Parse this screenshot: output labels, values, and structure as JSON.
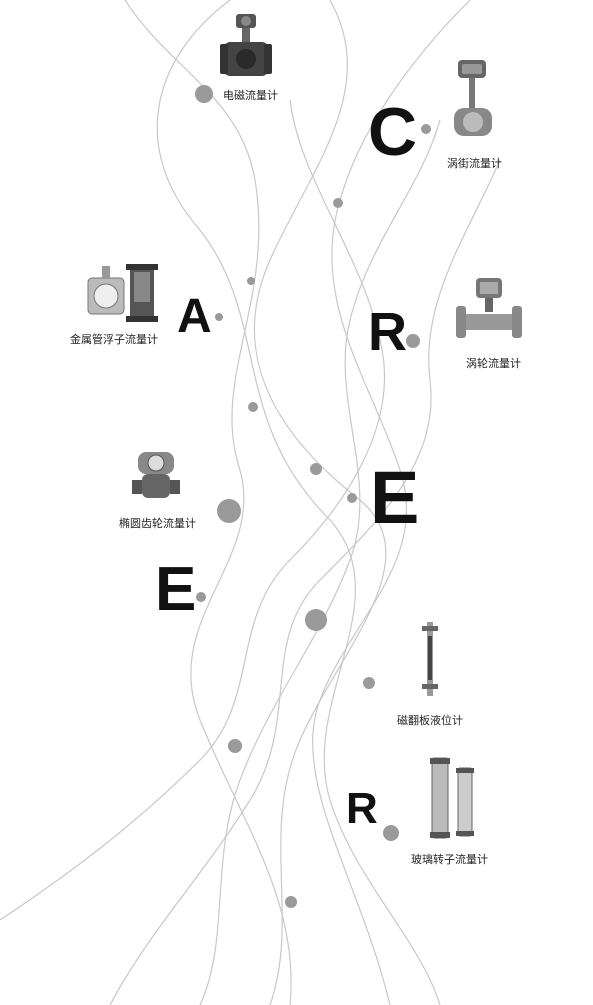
{
  "colors": {
    "background": "#ffffff",
    "curve": "#c8c8c8",
    "node": "#9a9a9a",
    "letter": "#111111",
    "caption": "#222222"
  },
  "letters": {
    "c": "C",
    "a": "A",
    "r1": "R",
    "e1": "E",
    "e2": "E",
    "r2": "R"
  },
  "products": {
    "electromagnetic": {
      "caption": "电磁流量计",
      "icon": "electromagnetic-flowmeter-icon"
    },
    "vortex": {
      "caption": "涡街流量计",
      "icon": "vortex-flowmeter-icon"
    },
    "metal_tube_float": {
      "caption": "金属管浮子流量计",
      "icon": "metal-tube-float-flowmeter-icon"
    },
    "turbine": {
      "caption": "涡轮流量计",
      "icon": "turbine-flowmeter-icon"
    },
    "oval_gear": {
      "caption": "椭圆齿轮流量计",
      "icon": "oval-gear-flowmeter-icon"
    },
    "magnetic_level": {
      "caption": "磁翻板液位计",
      "icon": "magnetic-level-gauge-icon"
    },
    "glass_rotameter": {
      "caption": "玻璃转子流量计",
      "icon": "glass-rotameter-icon"
    }
  }
}
